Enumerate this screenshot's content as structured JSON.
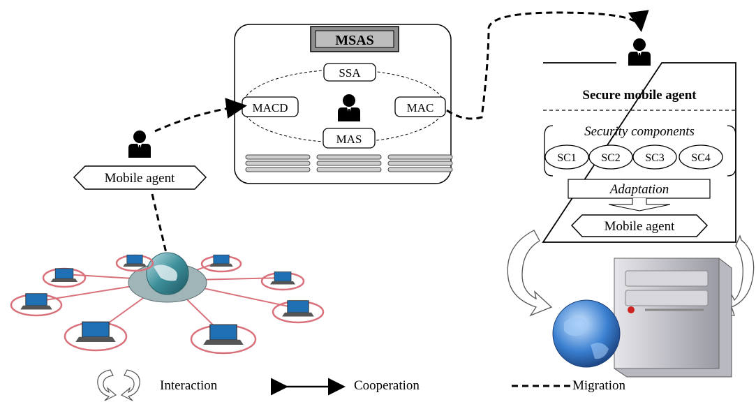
{
  "msas": {
    "title": "MSAS",
    "agents": {
      "top": "SSA",
      "left": "MACD",
      "right": "MAC",
      "bottom": "MAS"
    }
  },
  "left_agent": {
    "label": "Mobile agent"
  },
  "secure_agent": {
    "title": "Secure mobile  agent",
    "components_title": "Security components",
    "components": [
      "SC1",
      "SC2",
      "SC3",
      "SC4"
    ],
    "adaptation": "Adaptation",
    "output_label": "Mobile agent"
  },
  "legend": {
    "interaction": "Interaction",
    "cooperation": "Cooperation",
    "migration": "Migration"
  },
  "colors": {
    "line": "#000000",
    "link_red": "#d9707a",
    "screen_blue": "#1f6fb5",
    "globe_teal": "#3d8f9a",
    "msas_fill": "#9a9a9a"
  }
}
